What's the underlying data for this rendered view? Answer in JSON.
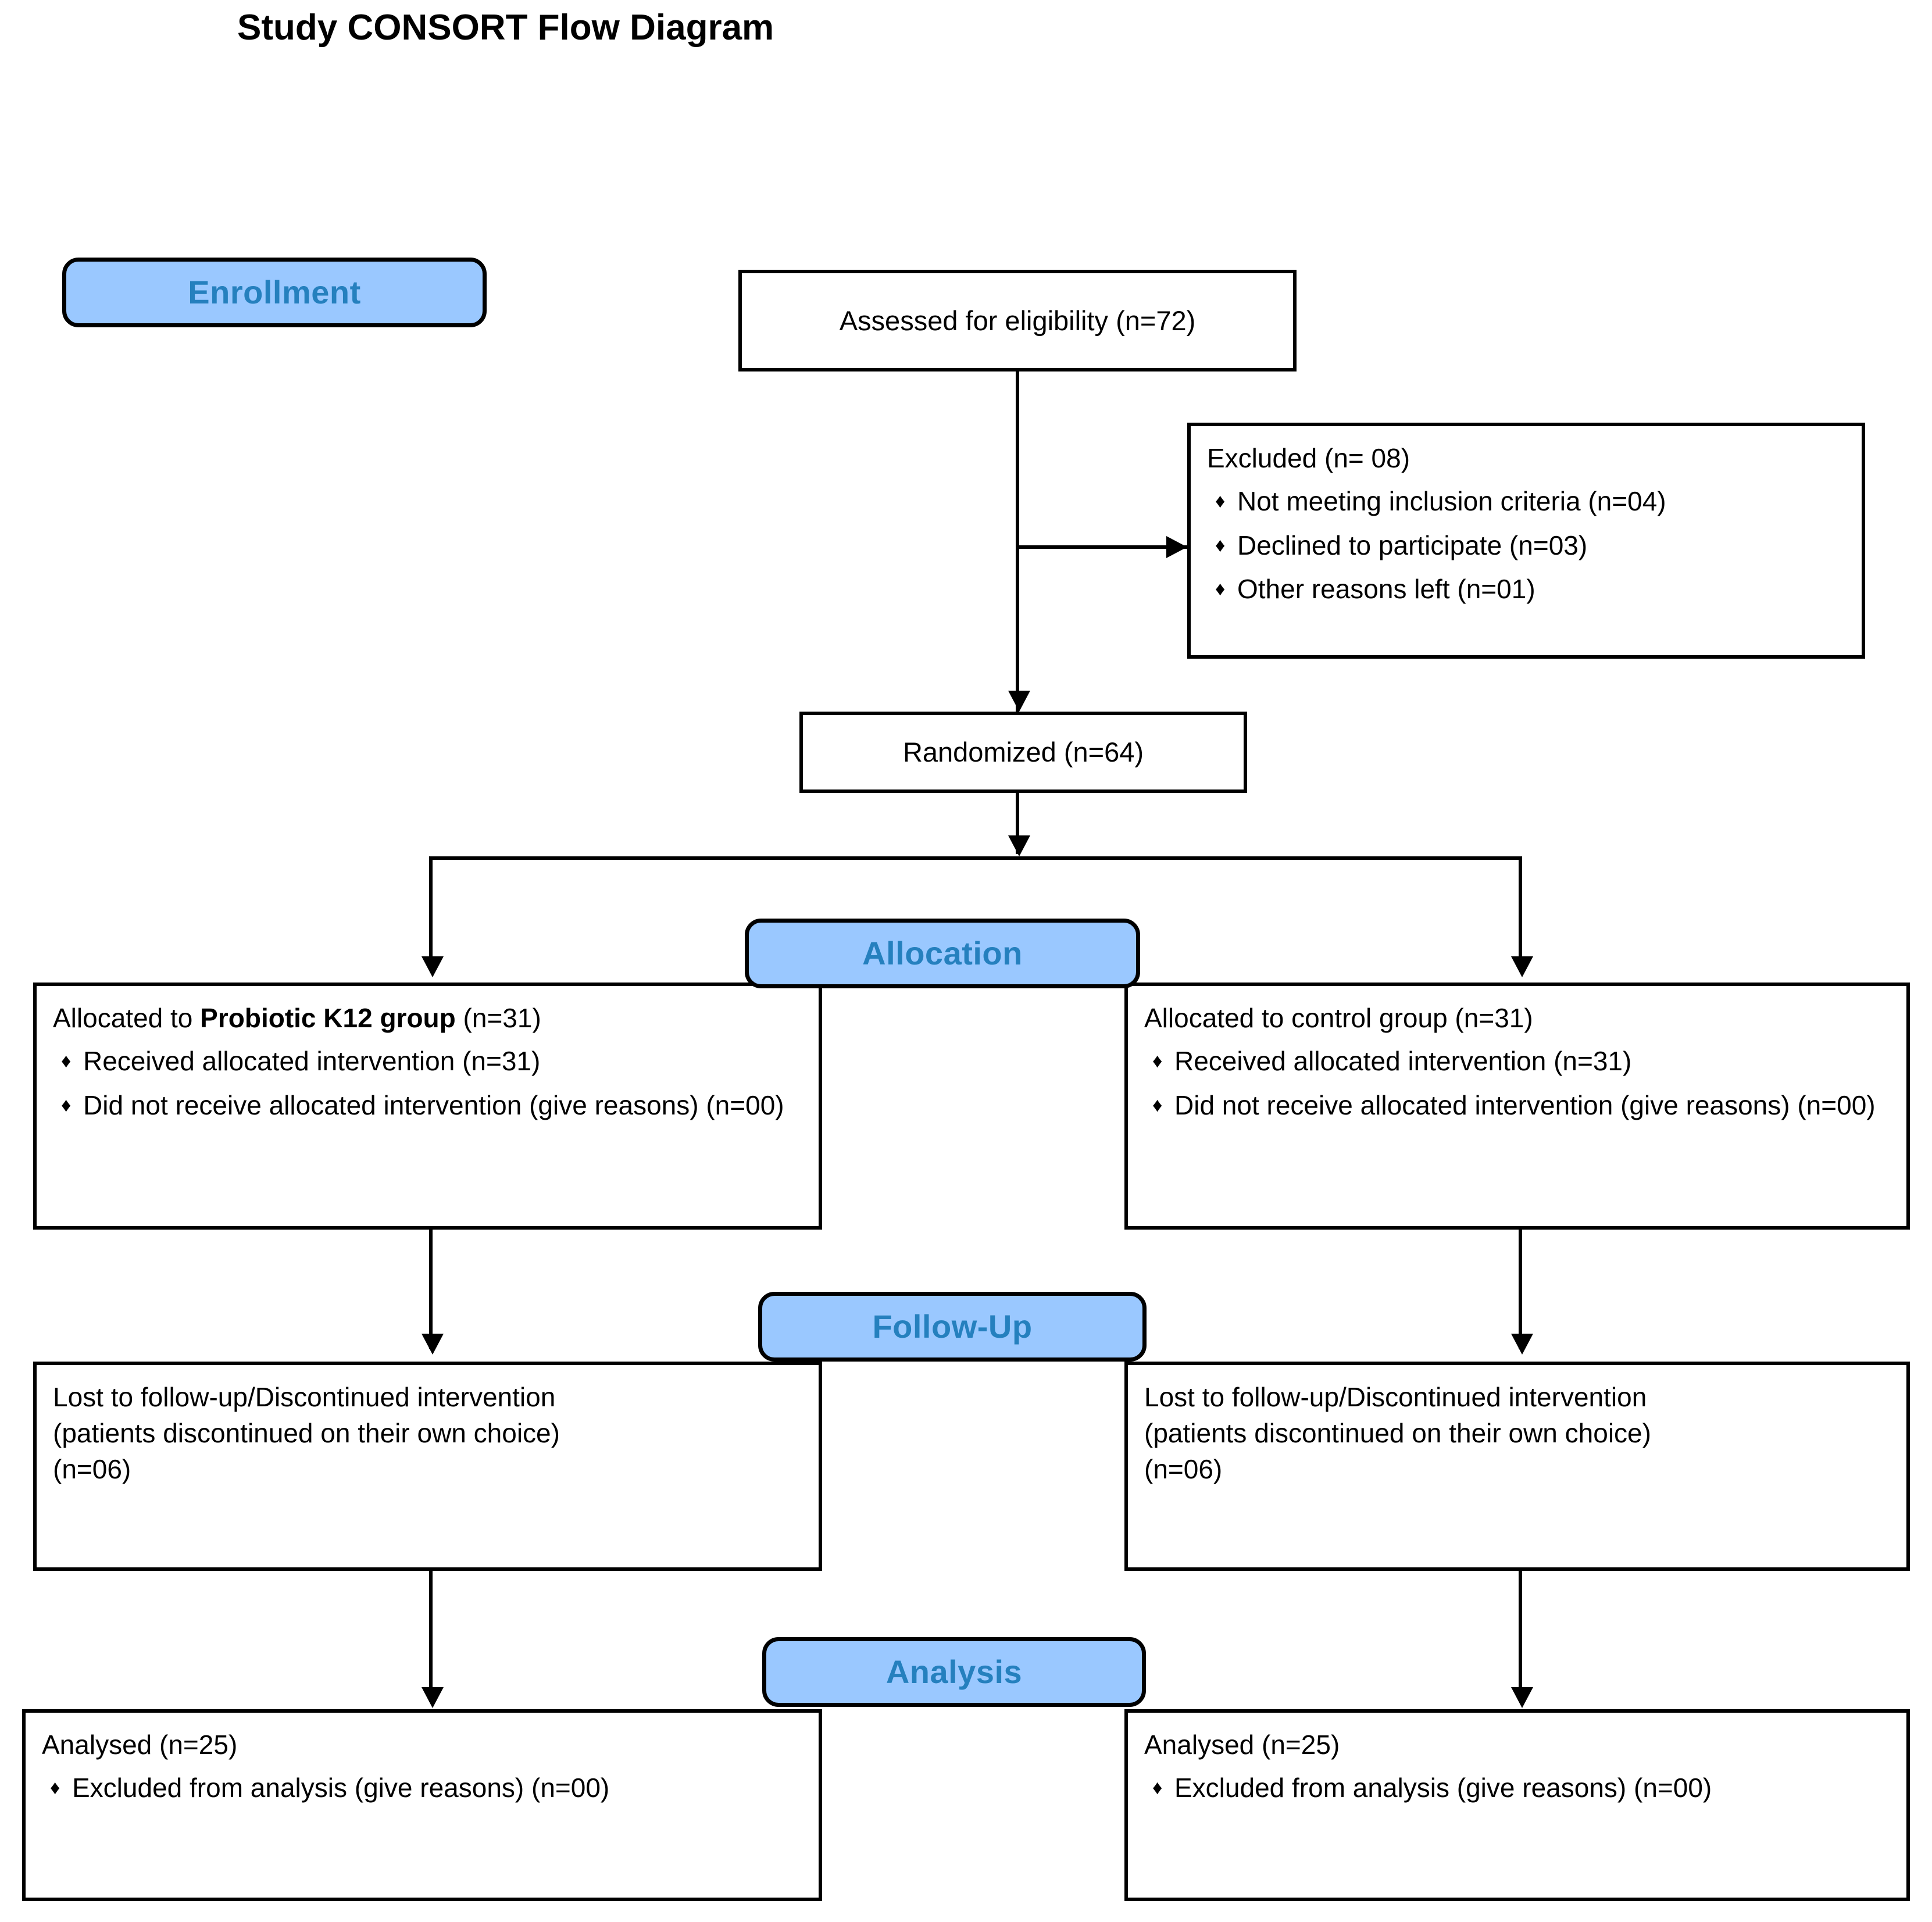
{
  "title": "Study CONSORT Flow Diagram",
  "phases": {
    "enrollment": "Enrollment",
    "allocation": "Allocation",
    "followup": "Follow-Up",
    "analysis": "Analysis"
  },
  "colors": {
    "badge_fill": "#9AC8FF",
    "badge_text": "#2580BE",
    "box_border": "#000000",
    "box_fill": "#FFFFFF",
    "connector": "#000000"
  },
  "icons": {
    "bullet": "diamond-bullet-icon"
  },
  "bullet_glyph": "♦",
  "nodes": {
    "assessed": {
      "text": "Assessed for eligibility (n=72)"
    },
    "excluded": {
      "lead": "Excluded (n= 08)",
      "items": [
        "Not meeting inclusion criteria (n=04)",
        "Declined to participate (n=03)",
        "Other reasons left (n=01)"
      ]
    },
    "randomized": {
      "text": "Randomized (n=64)"
    },
    "alloc_left": {
      "lead_prefix": "Allocated to ",
      "lead_bold": "Probiotic K12 group",
      "lead_suffix": " (n=31)",
      "items": [
        "Received allocated intervention (n=31)",
        "Did not receive allocated intervention (give reasons) (n=00)"
      ]
    },
    "alloc_right": {
      "lead_prefix": "Allocated to control group (n=31)",
      "lead_bold": "",
      "lead_suffix": "",
      "items": [
        "Received allocated intervention (n=31)",
        "Did not receive allocated intervention (give reasons) (n=00)"
      ]
    },
    "follow_left": {
      "line1": "Lost to follow-up/Discontinued intervention",
      "line2": "(patients discontinued on their own choice)",
      "line3": "(n=06)"
    },
    "follow_right": {
      "line1": "Lost to follow-up/Discontinued intervention",
      "line2": "(patients discontinued on their own choice)",
      "line3": "(n=06)"
    },
    "analysis_left": {
      "lead": "Analysed (n=25)",
      "items": [
        "Excluded from analysis (give reasons) (n=00)"
      ]
    },
    "analysis_right": {
      "lead": "Analysed (n=25)",
      "items": [
        "Excluded from analysis (give reasons) (n=00)"
      ]
    }
  }
}
